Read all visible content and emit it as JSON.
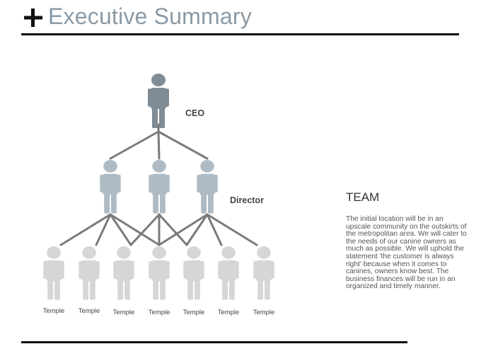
{
  "header": {
    "icon": "plus-icon",
    "title": "Executive Summary"
  },
  "org_chart": {
    "ceo_label": "CEO",
    "director_label": "Director",
    "staff_labels": [
      "Temple",
      "Temple",
      "Temple",
      "Temple",
      "Temple",
      "Temple",
      "Temple"
    ],
    "colors": {
      "ceo": "#7f8c95",
      "director": "#aebbc4",
      "staff": "#d6d6d6",
      "connector": "#7a7a7a"
    }
  },
  "team": {
    "title": "TEAM",
    "description": "The initial location will be in an upscale community on the outskirts of the metropolitan area. We will cater to the needs of our canine owners as much as possible. We will uphold the statement 'the customer is always right' because when it comes to canines, owners know best. The business finances will be run in an organized and timely manner."
  }
}
